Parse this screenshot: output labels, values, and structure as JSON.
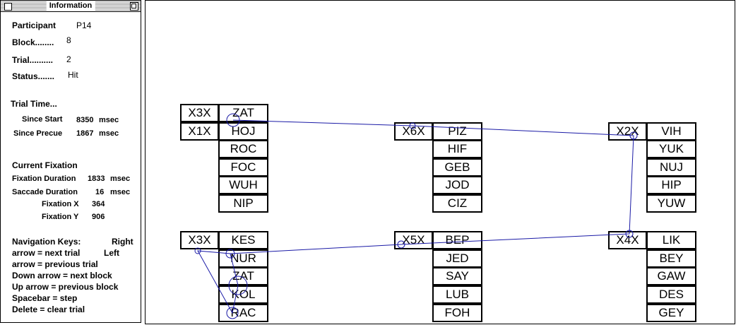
{
  "info_window": {
    "title": "Information",
    "participant_label": "Participant",
    "participant_value": "P14",
    "block_label": "Block........",
    "block_value": "8",
    "trial_label": "Trial..........",
    "trial_value": "2",
    "status_label": "Status.......",
    "status_value": "Hit",
    "trial_time_heading": "Trial Time...",
    "since_start_label": "Since Start",
    "since_start_value": "8350",
    "since_start_unit": "msec",
    "since_precue_label": "Since Precue",
    "since_precue_value": "1867",
    "since_precue_unit": "msec",
    "current_fixation_heading": "Current Fixation",
    "fixation_duration_label": "Fixation Duration",
    "fixation_duration_value": "1833",
    "fixation_duration_unit": "msec",
    "saccade_duration_label": "Saccade Duration",
    "saccade_duration_value": "16",
    "saccade_duration_unit": "msec",
    "fixation_x_label": "Fixation X",
    "fixation_x_value": "364",
    "fixation_y_label": "Fixation Y",
    "fixation_y_value": "906",
    "nav_lines": [
      "Navigation Keys:",
      "Right",
      "arrow = next trial",
      "Left",
      "arrow = previous trial",
      "Down arrow = next block",
      "Up arrow = previous block",
      "Spacebar = step",
      "Delete = clear trial"
    ]
  },
  "menus": [
    {
      "labels": [
        "X3X",
        "X1X"
      ],
      "items": [
        "ZAT",
        "HOJ",
        "ROC",
        "FOC",
        "WUH",
        "NIP"
      ]
    },
    {
      "labels": [
        "X6X"
      ],
      "items": [
        "PIZ",
        "HIF",
        "GEB",
        "JOD",
        "CIZ"
      ]
    },
    {
      "labels": [
        "X2X"
      ],
      "items": [
        "VIH",
        "YUK",
        "NUJ",
        "HIP",
        "YUW"
      ]
    },
    {
      "labels": [
        "X3X"
      ],
      "items": [
        "KES",
        "NUR",
        "ZAT",
        "KOL",
        "RAC"
      ]
    },
    {
      "labels": [
        "X5X"
      ],
      "items": [
        "BEP",
        "JED",
        "SAY",
        "LUB",
        "FOH"
      ]
    },
    {
      "labels": [
        "X4X"
      ],
      "items": [
        "LIK",
        "BEY",
        "GAW",
        "DES",
        "GEY"
      ]
    }
  ],
  "colors": {
    "scanpath": "#1a1aa6",
    "window_border": "#000000"
  }
}
